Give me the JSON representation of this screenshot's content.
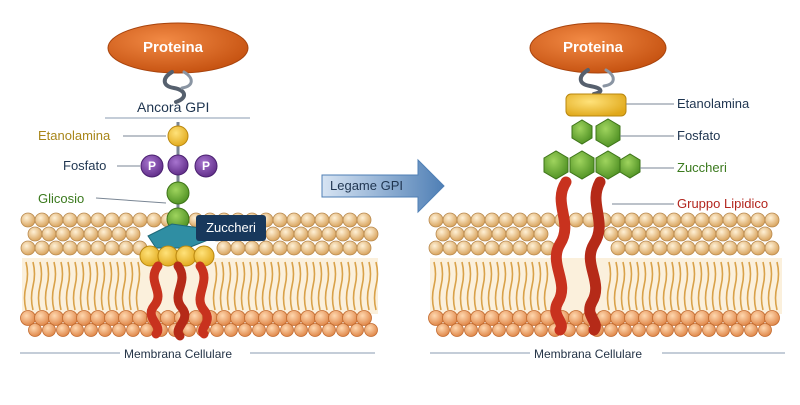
{
  "left_panel": {
    "protein": "Proteina",
    "anchor_title": "Ancora GPI",
    "ethanolamine": "Etanolamina",
    "phosphate": "Fosfato",
    "p_marker": "P",
    "glucose": "Glicosio",
    "sugars": "Zuccheri",
    "membrane": "Membrana Cellulare"
  },
  "arrow_label": "Legame GPI",
  "right_panel": {
    "protein": "Proteina",
    "ethanolamine": "Etanolamina",
    "phosphate": "Fosfato",
    "sugars": "Zuccheri",
    "lipid_group": "Gruppo Lipidico",
    "membrane": "Membrana Cellulare"
  },
  "colors": {
    "protein": "#d9601a",
    "ethanolamine": "#f2c12e",
    "phosphate": "#7a3fa6",
    "sugar": "#63a62f",
    "lipid_tail": "#c8321e",
    "lipid_head": "#f0c98a",
    "arrow": "#5b86b8"
  }
}
